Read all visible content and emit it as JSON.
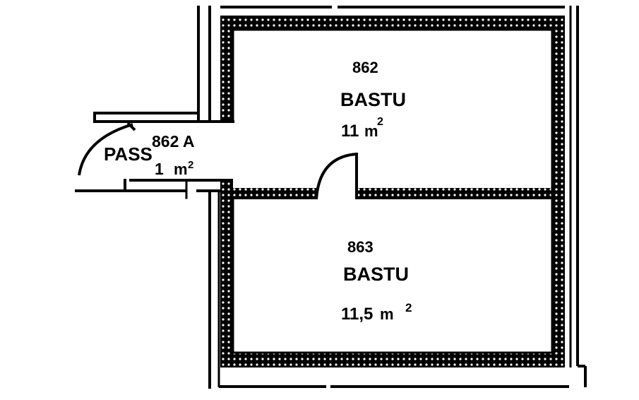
{
  "rooms": {
    "r862": {
      "number": "862",
      "name": "BASTU",
      "area_value": "11",
      "area_unit": "m",
      "area_exp": "2"
    },
    "r862a": {
      "number": "862 A",
      "name": "PASS",
      "area_value": "1",
      "area_unit": "m",
      "area_exp": "2"
    },
    "r863": {
      "number": "863",
      "name": "BASTU",
      "area_value": "11,5",
      "area_unit": "m",
      "area_exp": "2"
    }
  }
}
